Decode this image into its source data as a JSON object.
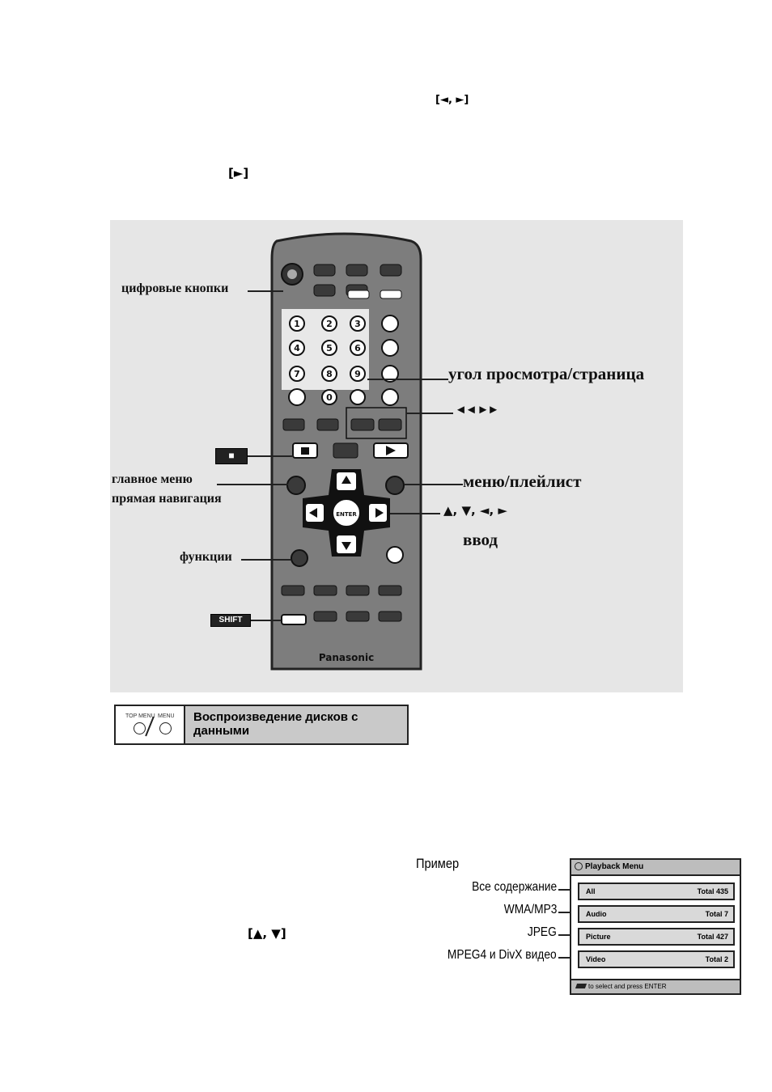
{
  "text_markers": {
    "left_right": "[◄, ►]",
    "play": "[►]",
    "up_down": "[▲, ▼]"
  },
  "remote": {
    "brand": "Panasonic",
    "enter_label": "ENTER",
    "labels": {
      "digits": "цифровые кнопки",
      "angle_page": "угол просмотра/страница",
      "skip": "◄◄ ►►",
      "stop": "■",
      "top_menu": "главное меню",
      "direct_nav": "прямая навигация",
      "menu_playlist": "меню/плейлист",
      "arrows": "▲, ▼, ◄, ►",
      "enter": "ввод",
      "functions": "функции",
      "shift": "SHIFT"
    }
  },
  "section_header": {
    "icon_top_label": "TOP MENU",
    "icon_menu_label": "MENU",
    "title": "Воспроизведение дисков с данными"
  },
  "example": {
    "caption": "Пример",
    "labels": [
      "Все содержание",
      "WMA/MP3",
      "JPEG",
      "MPEG4 и DivX видео"
    ],
    "screen": {
      "title": "Playback Menu",
      "rows": [
        {
          "name": "All",
          "total": "Total 435"
        },
        {
          "name": "Audio",
          "total": "Total 7"
        },
        {
          "name": "Picture",
          "total": "Total 427"
        },
        {
          "name": "Video",
          "total": "Total 2"
        }
      ],
      "footer": "to select and press ENTER"
    }
  }
}
